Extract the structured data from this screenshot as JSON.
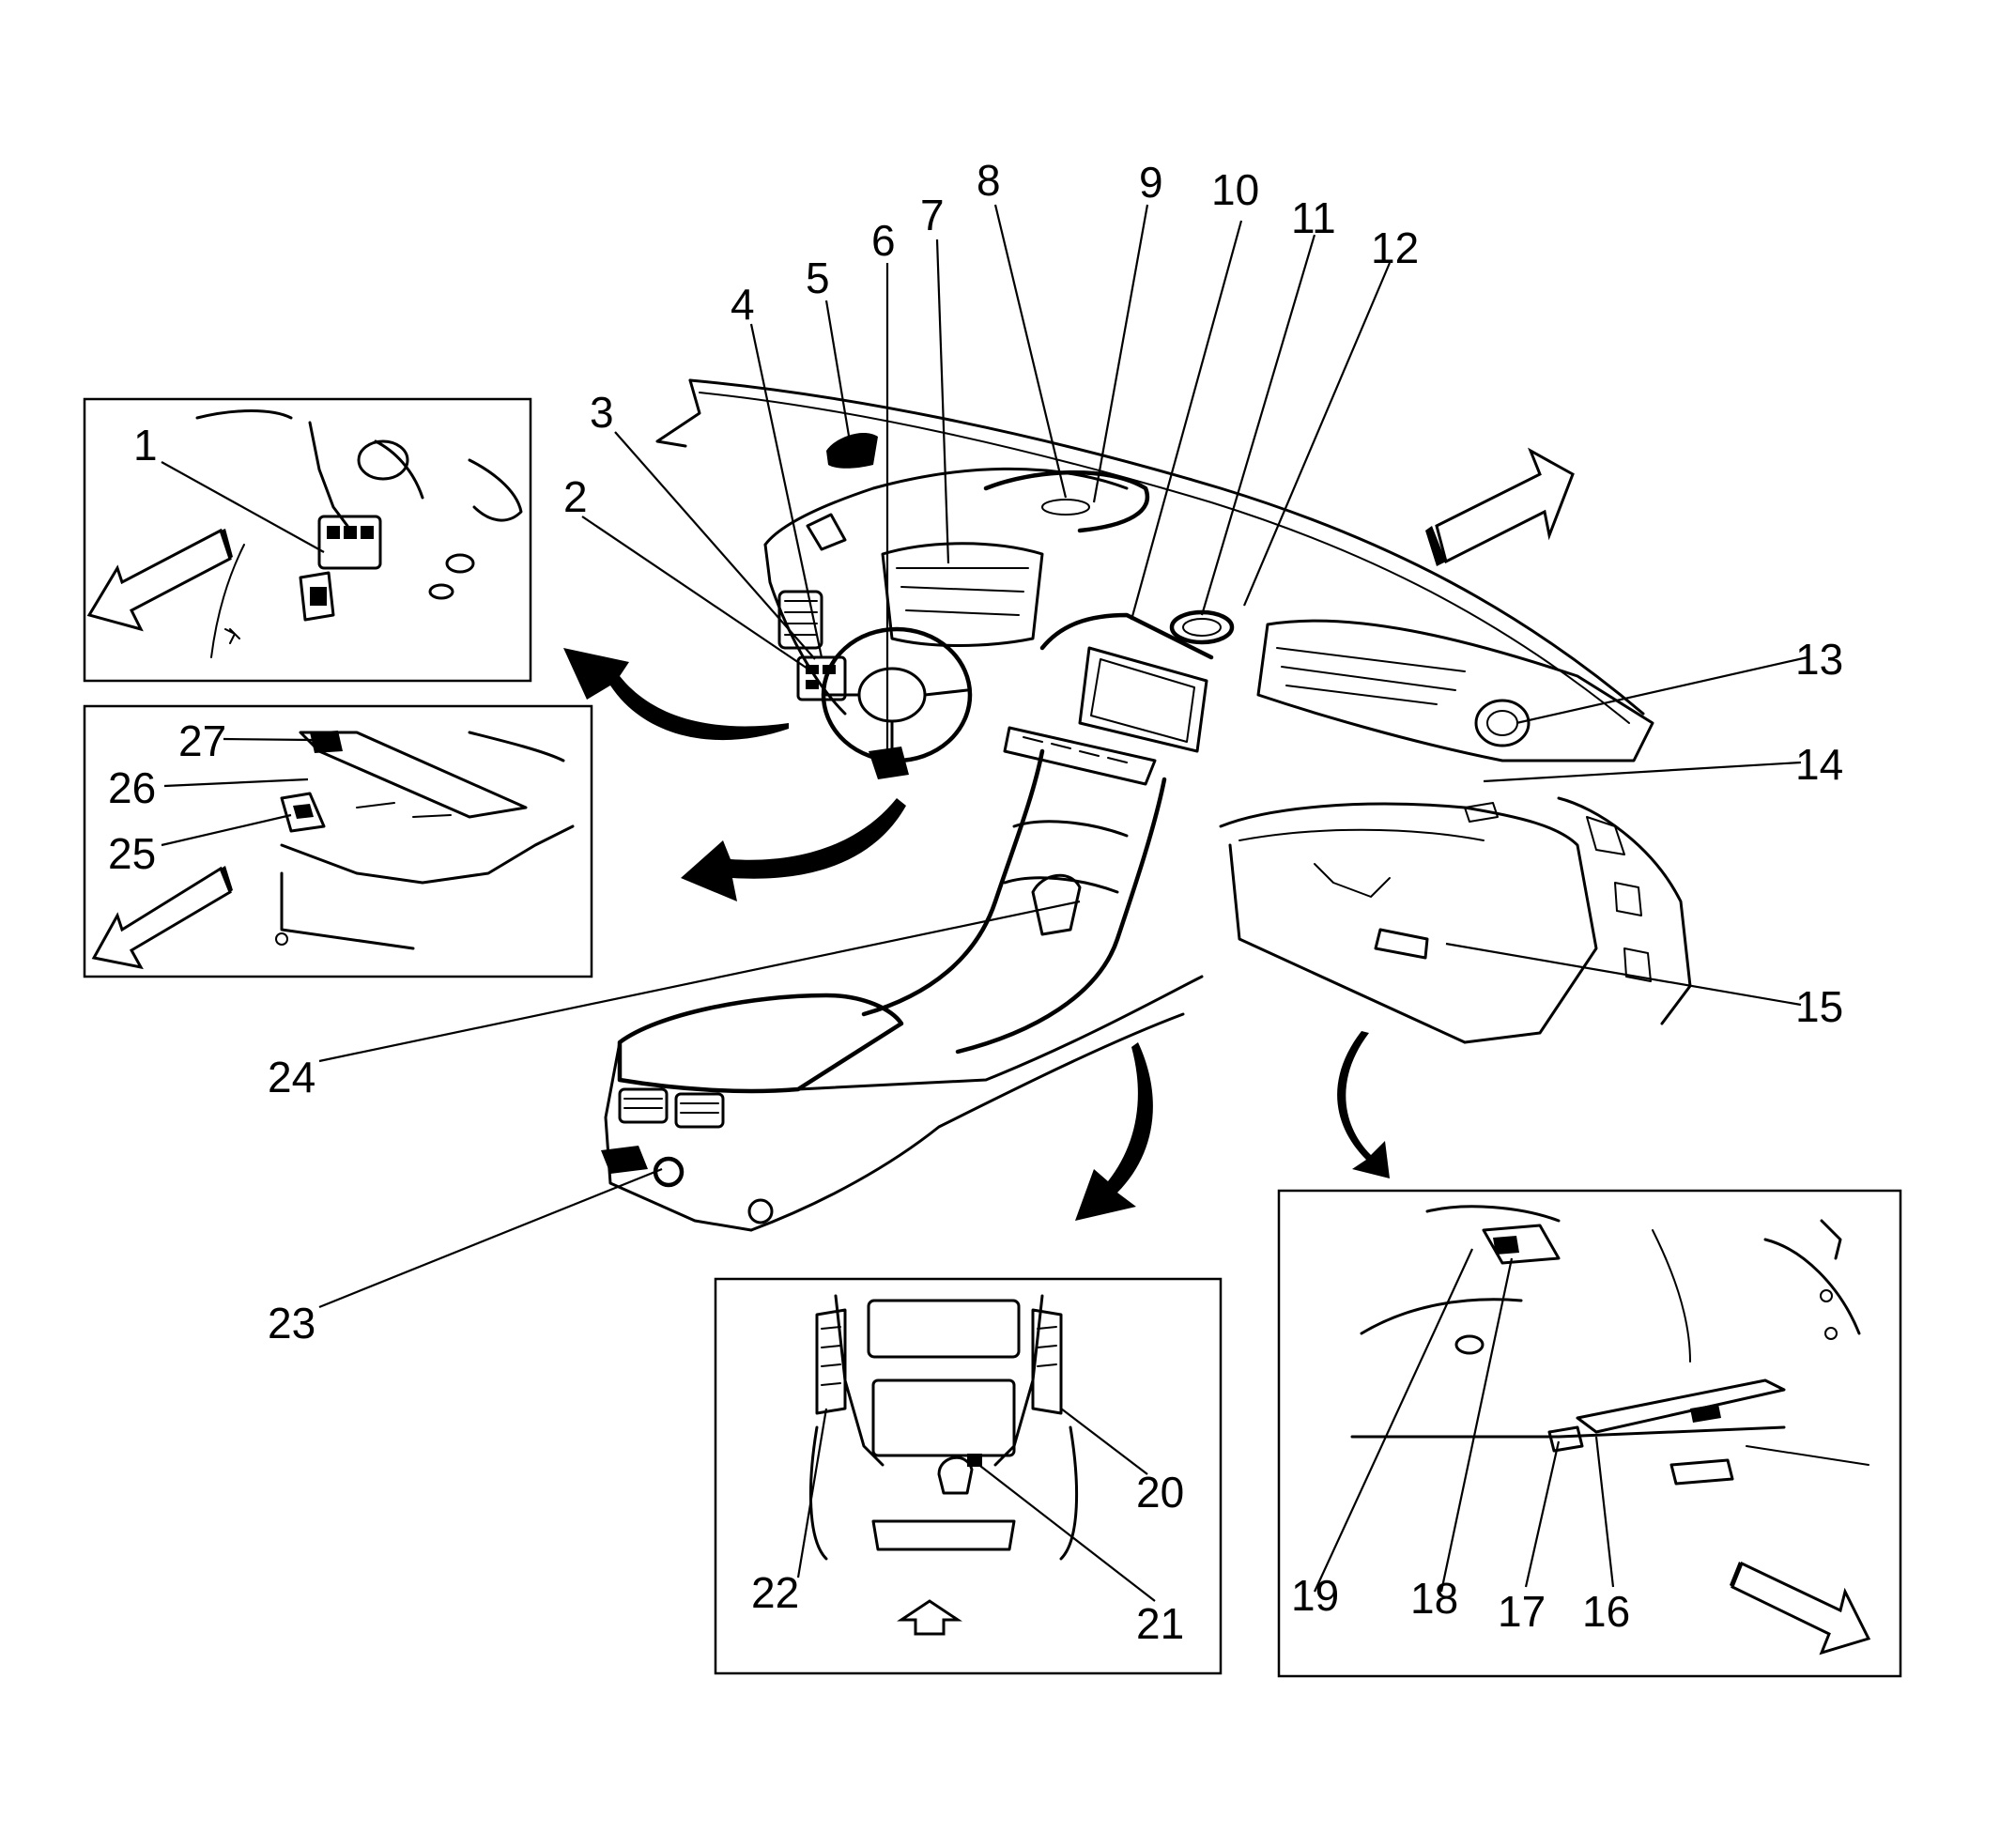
{
  "diagram": {
    "callouts": [
      {
        "id": "1",
        "label": "1"
      },
      {
        "id": "2",
        "label": "2"
      },
      {
        "id": "3",
        "label": "3"
      },
      {
        "id": "4",
        "label": "4"
      },
      {
        "id": "5",
        "label": "5"
      },
      {
        "id": "6",
        "label": "6"
      },
      {
        "id": "7",
        "label": "7"
      },
      {
        "id": "8",
        "label": "8"
      },
      {
        "id": "9",
        "label": "9"
      },
      {
        "id": "10",
        "label": "10"
      },
      {
        "id": "11",
        "label": "11"
      },
      {
        "id": "12",
        "label": "12"
      },
      {
        "id": "13",
        "label": "13"
      },
      {
        "id": "14",
        "label": "14"
      },
      {
        "id": "15",
        "label": "15"
      },
      {
        "id": "16",
        "label": "16"
      },
      {
        "id": "17",
        "label": "17"
      },
      {
        "id": "18",
        "label": "18"
      },
      {
        "id": "19",
        "label": "19"
      },
      {
        "id": "20",
        "label": "20"
      },
      {
        "id": "21",
        "label": "21"
      },
      {
        "id": "22",
        "label": "22"
      },
      {
        "id": "23",
        "label": "23"
      },
      {
        "id": "24",
        "label": "24"
      },
      {
        "id": "25",
        "label": "25"
      },
      {
        "id": "26",
        "label": "26"
      },
      {
        "id": "27",
        "label": "27"
      }
    ],
    "insets": [
      {
        "name": "steering-column-switch-detail"
      },
      {
        "name": "lower-left-knee-panel-detail"
      },
      {
        "name": "center-stack-front-view-detail"
      },
      {
        "name": "glove-box-underside-detail"
      }
    ]
  }
}
